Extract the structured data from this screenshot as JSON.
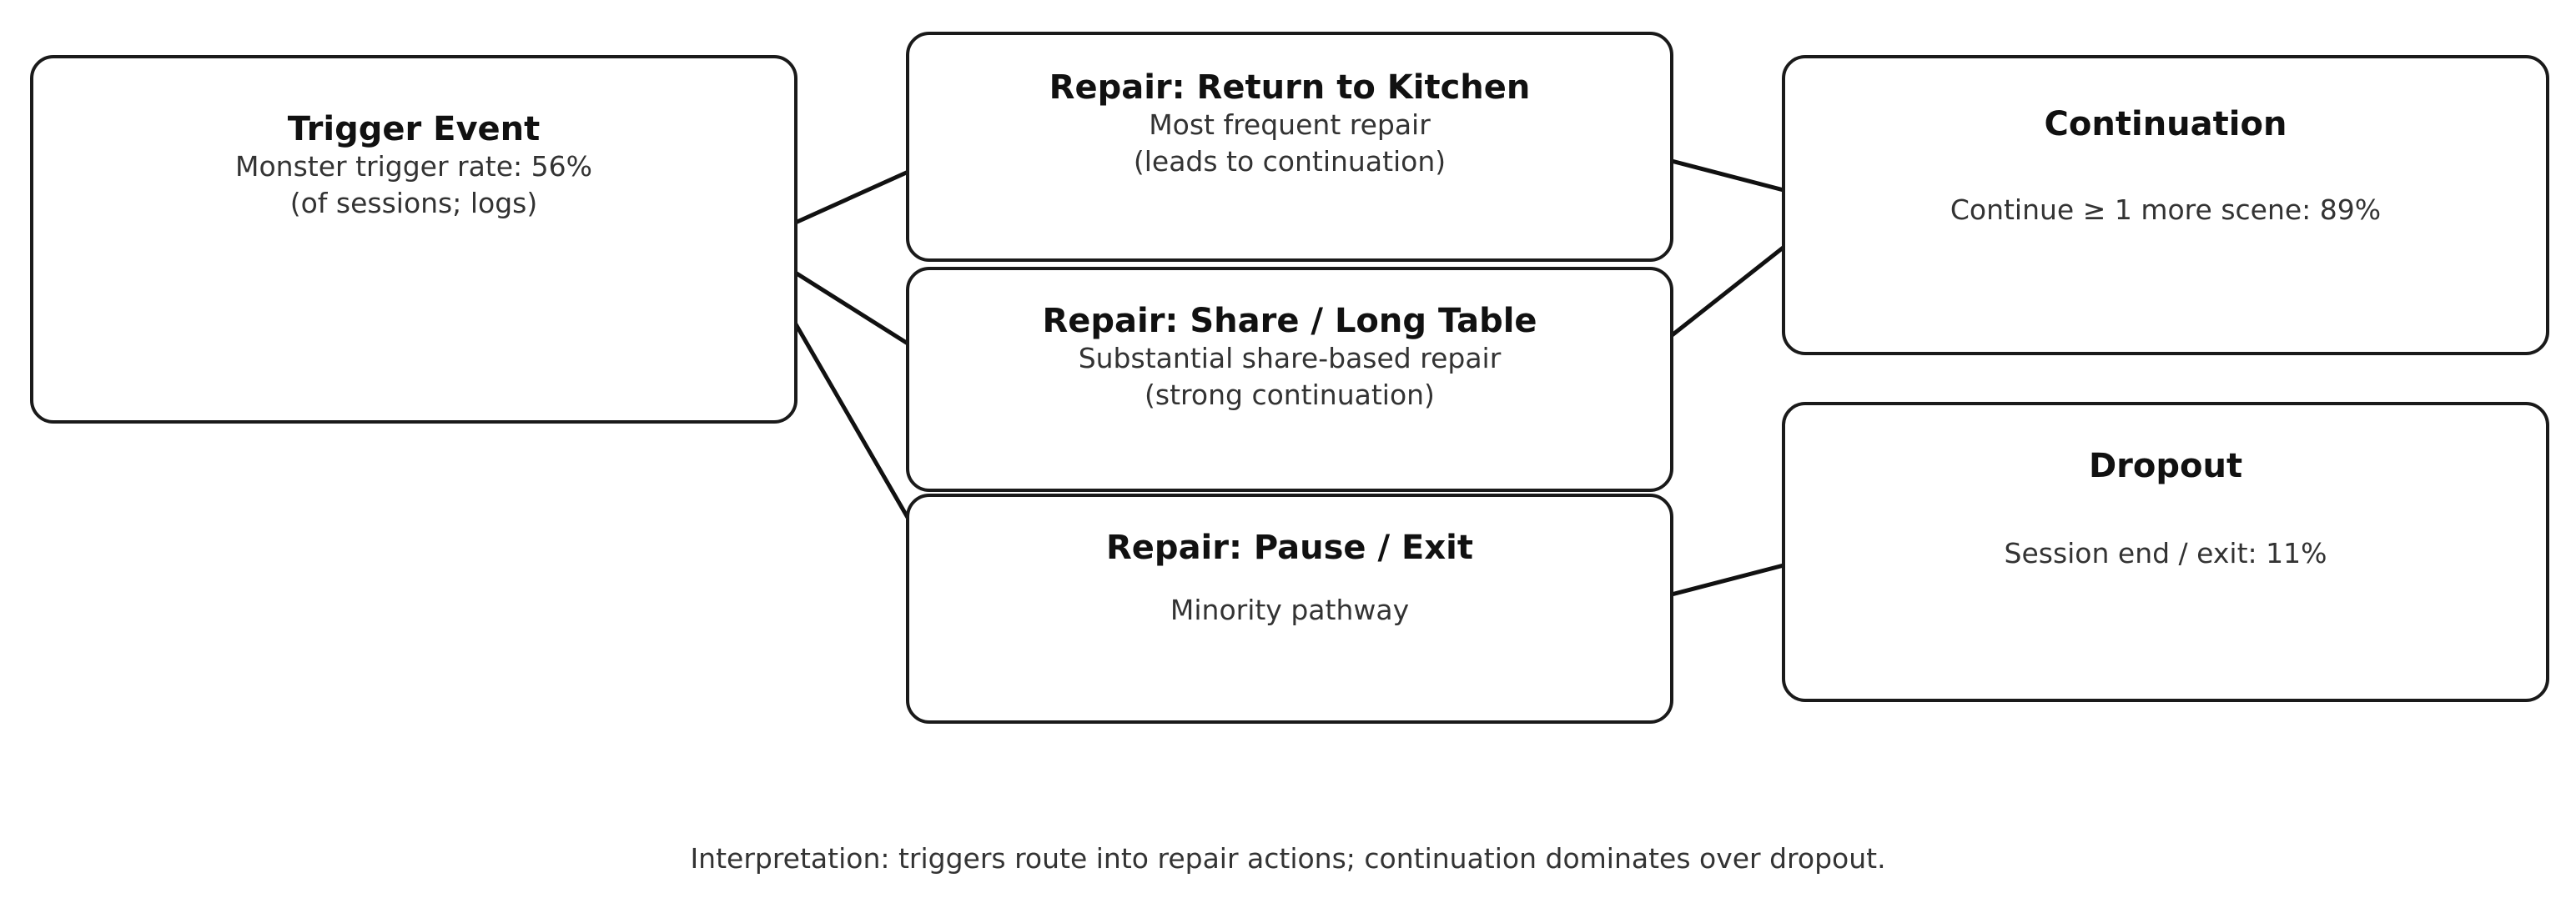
{
  "nodes": {
    "trigger": {
      "title": "Trigger Event",
      "lines": [
        "Monster trigger rate: 56%",
        "(of sessions; logs)"
      ]
    },
    "kitchen": {
      "title": "Repair: Return to Kitchen",
      "lines": [
        "Most frequent repair",
        "(leads to continuation)"
      ]
    },
    "share": {
      "title": "Repair: Share / Long Table",
      "lines": [
        "Substantial share-based repair",
        "(strong continuation)"
      ]
    },
    "pause": {
      "title": "Repair: Pause / Exit",
      "lines": [
        "Minority pathway"
      ]
    },
    "continuation": {
      "title": "Continuation",
      "lines": [
        "Continue ≥ 1 more scene: 89%"
      ]
    },
    "dropout": {
      "title": "Dropout",
      "lines": [
        "Session end / exit: 11%"
      ]
    }
  },
  "edges": [
    {
      "from": "trigger",
      "to": "kitchen"
    },
    {
      "from": "trigger",
      "to": "share"
    },
    {
      "from": "trigger",
      "to": "pause"
    },
    {
      "from": "kitchen",
      "to": "continuation"
    },
    {
      "from": "share",
      "to": "continuation"
    },
    {
      "from": "pause",
      "to": "dropout"
    }
  ],
  "interpretation": "Interpretation: triggers route into repair actions; continuation dominates over dropout."
}
